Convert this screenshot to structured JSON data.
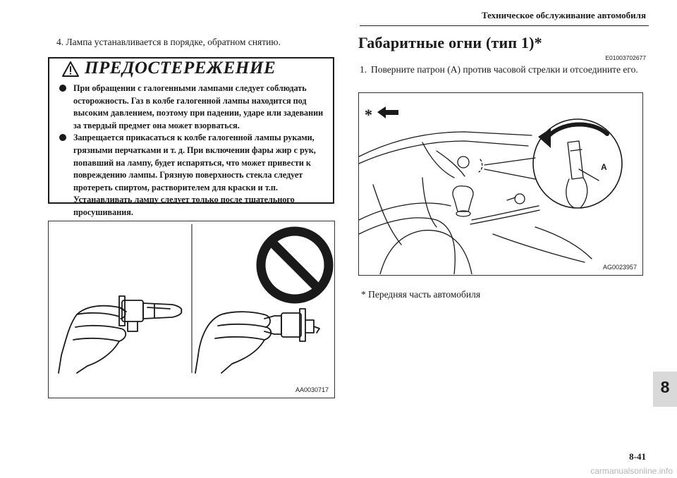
{
  "header": {
    "title": "Техническое обслуживание автомобиля",
    "page_number": "8-41"
  },
  "left": {
    "step4_number": "4.",
    "step4_text": "Лампа устанавливается в порядке, обратном снятию.",
    "warning": {
      "title": "ПРЕДОСТЕРЕЖЕНИЕ",
      "items": [
        "При обращении с галогенными лампами следует соблюдать осторожность. Газ в колбе галогенной лампы находится под высоким давлением, поэтому при падении, ударе или задевании за твердый предмет она может взорваться.",
        "Запрещается прикасаться к колбе галогенной лампы руками, грязными перчатками и т. д. При включении фары жир с рук, попавший на лампу, будет испаряться, что может привести к повреждению лампы. Грязную поверхность стекла следует протереть спиртом, растворителем для краски и т.п. Устанавливать лампу следует только после тщательного просушивания."
      ]
    },
    "figure_code": "AA0030717"
  },
  "right": {
    "section_title": "Габаритные огни (тип 1)*",
    "section_code": "E01003702677",
    "step1_number": "1.",
    "step1_text": "Поверните патрон (A) против часовой стрелки и отсоедините его.",
    "figure_star": "*",
    "figure_label_a": "A",
    "figure_code": "AG0023957",
    "footnote": "*  Передняя часть автомобиля"
  },
  "chapter_tab": "8",
  "watermark": "carmanualsonline.info"
}
